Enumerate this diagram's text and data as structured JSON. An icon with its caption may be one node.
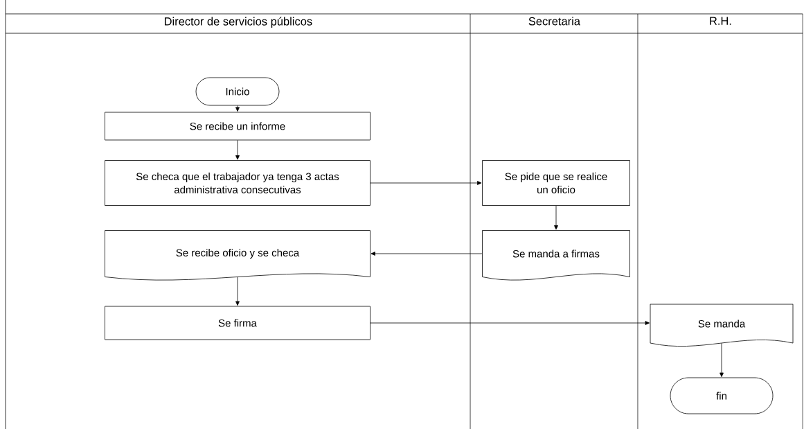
{
  "diagram": {
    "nodes": [
      {
        "text": [
          "Director de servicios públicos"
        ]
      },
      {
        "text": [
          "Secretaria"
        ]
      },
      {
        "text": [
          "R.H."
        ]
      },
      {
        "text": [
          "Inicio"
        ],
        "in": 0
      },
      {
        "text": [
          "Se recibe un informe"
        ],
        "in": 0
      },
      {
        "text": [
          "Se checa que el trabajador ya tenga 3 actas administrativa consecutivas"
        ],
        "in": 0
      },
      {
        "text": [
          "Se pide que se realice un oficio"
        ],
        "in": 1
      },
      {
        "text": [
          "Se manda a firmas"
        ],
        "in": 1
      },
      {
        "text": [
          "Se recibe oficio y se checa"
        ],
        "in": 0
      },
      {
        "text": [
          "Se firma"
        ],
        "in": 0
      },
      {
        "text": [
          "Se manda"
        ],
        "in": 2
      },
      {
        "text": [
          "fin"
        ],
        "in": 2
      }
    ],
    "edges": [
      {
        "from": 3,
        "to": 4,
        "arrow": "to"
      },
      {
        "from": 4,
        "to": 5,
        "arrow": "to"
      },
      {
        "from": 5,
        "to": 6,
        "arrow": "to"
      },
      {
        "from": 6,
        "to": 7,
        "arrow": "to"
      },
      {
        "from": 7,
        "to": 8,
        "arrow": "to"
      },
      {
        "from": 8,
        "to": 9,
        "arrow": "to"
      },
      {
        "from": 9,
        "to": 10,
        "arrow": "to"
      },
      {
        "from": 10,
        "to": 11,
        "arrow": "to"
      }
    ]
  }
}
